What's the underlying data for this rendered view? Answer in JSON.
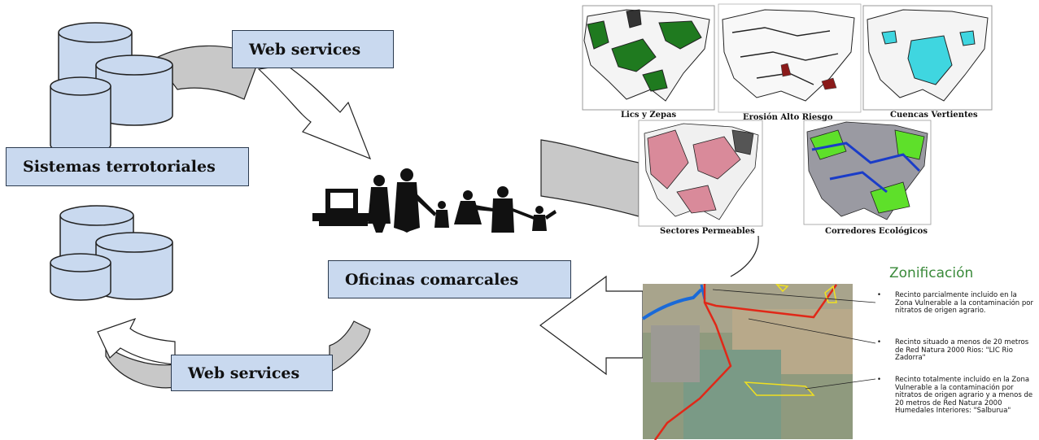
{
  "boxes": {
    "web_services_top": "Web services",
    "sistemas": "Sistemas terrotoriales",
    "oficinas": "Oficinas comarcales",
    "web_services_bottom": "Web services"
  },
  "maps": {
    "lics": "Lics y Zepas",
    "erosion": "Erosión Alto Riesgo",
    "cuencas": "Cuencas Vertientes",
    "sectores": "Sectores Permeables",
    "corredores": "Corredores Ecológicos"
  },
  "zonificacion": {
    "title": "Zonificación",
    "items": [
      "Recinto parcialmente incluido en la Zona Vulnerable a la contaminación por nitratos de origen agrario.",
      "Recinto situado a menos de 20 metros de Red Natura 2000 Rios: \"LIC Rio Zadorra\"",
      "Recinto totalmente incluido en la Zona Vulnerable a la contaminación por nitratos de origen agrario y a menos de 20 metros de Red Natura 2000 Humedales Interiores: \"Salburua\""
    ]
  },
  "colors": {
    "box_fill": "#c9d9ef",
    "arrow_grey": "#c8c8c8",
    "title_green": "#3a8a3a",
    "cuencas_cyan": "#3fd6e0",
    "lics_green": "#1f7a1f",
    "sectores_pink": "#d98a9a",
    "corridor_blue": "#1a3cc8",
    "corridor_green": "#5ee02a"
  }
}
